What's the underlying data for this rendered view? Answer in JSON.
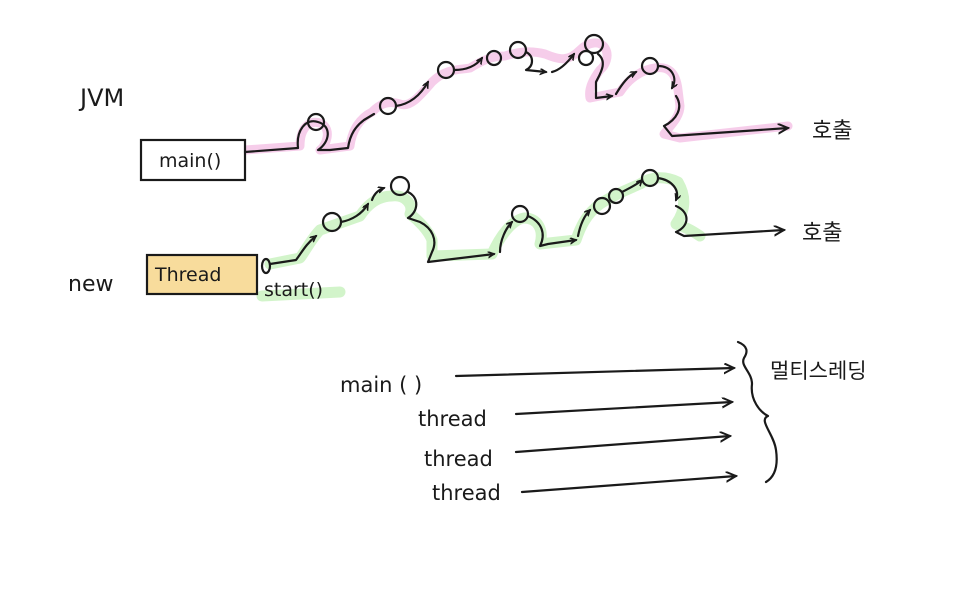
{
  "labels": {
    "jvm": "JVM",
    "main_box": "main()",
    "new": "new",
    "thread_box": "Thread",
    "start": "start()",
    "call_1": "호출",
    "call_2": "호출",
    "bottom_main": "main ( )",
    "bottom_thread_1": "thread",
    "bottom_thread_2": "thread",
    "bottom_thread_3": "thread",
    "multithreading": "멀티스레딩"
  },
  "colors": {
    "ink": "#1a1a1a",
    "main_highlight": "#f4c4e6",
    "thread_highlight": "#cdf3c4",
    "thread_box_fill": "#f8dc9c"
  }
}
